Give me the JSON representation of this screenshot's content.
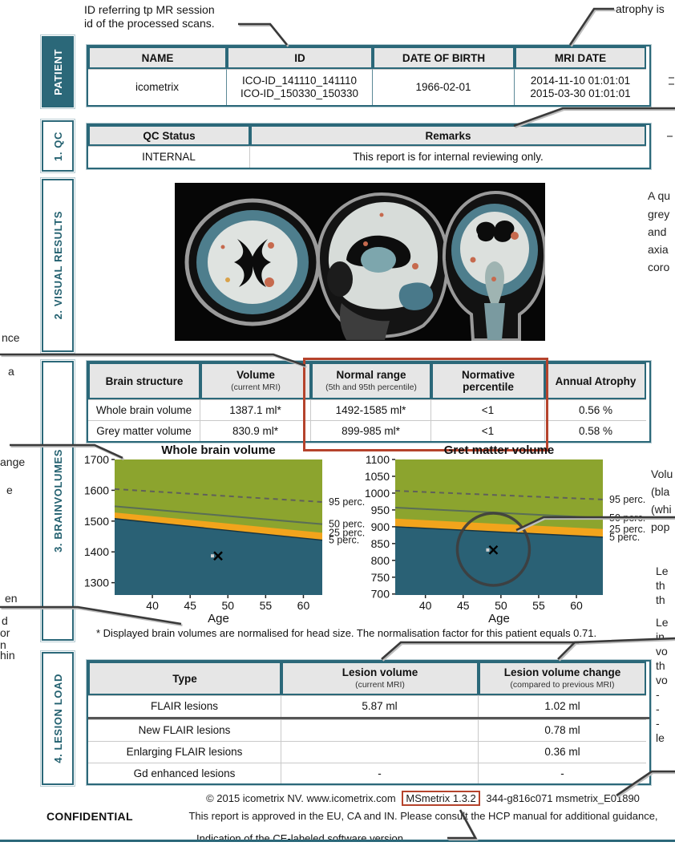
{
  "sections": [
    "PATIENT",
    "1. QC",
    "2. VISUAL RESULTS",
    "3. BRAINVOLUMES",
    "4. LESION LOAD"
  ],
  "annotations": {
    "id_note": "ID referring tp MR session\nid of the processed scans.",
    "atrophy_note": "atrophy is",
    "version_note": "Indication of the CE-labeled software version",
    "left_fragments": [
      "nce",
      "a",
      "ange",
      "e",
      "en",
      "d",
      "or",
      "n",
      "hin"
    ],
    "right_fragments_visual": [
      "A qu",
      "grey",
      "and",
      "axia",
      "coro"
    ],
    "right_fragments_volume": [
      "Volu",
      "(bla",
      "(whi",
      "pop"
    ],
    "right_fragments_lesion1": [
      "Le",
      "th",
      "th"
    ],
    "right_fragments_lesion2": [
      "Le",
      "in",
      "vo",
      "th",
      "vo",
      "-",
      "-",
      "-",
      "le"
    ]
  },
  "patient": {
    "headers": [
      "NAME",
      "ID",
      "DATE OF BIRTH",
      "MRI DATE"
    ],
    "name": "icometrix",
    "id_line1": "ICO-ID_141110_141110",
    "id_line2": "ICO-ID_150330_150330",
    "dob": "1966-02-01",
    "mri_date1": "2014-11-10 01:01:01",
    "mri_date2": "2015-03-30 01:01:01"
  },
  "qc": {
    "headers": [
      "QC Status",
      "Remarks"
    ],
    "status": "INTERNAL",
    "remark": "This report is for internal reviewing only."
  },
  "brain_volumes": {
    "headers": {
      "structure": "Brain structure",
      "volume": "Volume",
      "volume_sub": "(current MRI)",
      "range": "Normal range",
      "range_sub": "(5th and 95th percentile)",
      "percentile": "Normative percentile",
      "atrophy": "Annual Atrophy"
    },
    "rows": [
      {
        "structure": "Whole brain volume",
        "volume": "1387.1 ml*",
        "range": "1492-1585 ml*",
        "percentile": "<1",
        "atrophy": "0.56 %"
      },
      {
        "structure": "Grey matter volume",
        "volume": "830.9 ml*",
        "range": "899-985 ml*",
        "percentile": "<1",
        "atrophy": "0.58 %"
      }
    ]
  },
  "footnote": "* Displayed brain volumes are normalised for head size. The normalisation factor for this patient equals 0.71.",
  "lesions": {
    "headers": {
      "type": "Type",
      "volume": "Lesion volume",
      "volume_sub": "(current MRI)",
      "change": "Lesion volume change",
      "change_sub": "(compared to previous MRI)"
    },
    "rows": [
      {
        "type": "FLAIR lesions",
        "volume": "5.87 ml",
        "change": "1.02 ml"
      },
      {
        "type": "New FLAIR lesions",
        "volume": "",
        "change": "0.78 ml"
      },
      {
        "type": "Enlarging FLAIR lesions",
        "volume": "",
        "change": "0.36 ml"
      },
      {
        "type": "Gd enhanced lesions",
        "volume": "-",
        "change": "-"
      }
    ]
  },
  "footer": {
    "copyright_pre": "© 2015 icometrix NV. www.icometrix.com",
    "version": "MSmetrix 1.3.2",
    "copyright_post": "344-g816c071 msmetrix_E01890",
    "approval": "This report is approved in the EU, CA and IN. Please consult the HCP manual for additional guidance,",
    "confidential": "CONFIDENTIAL"
  },
  "chart_data": [
    {
      "type": "area",
      "title": "Whole brain volume",
      "xlabel": "Age",
      "x_ticks": [
        40,
        45,
        50,
        55,
        60
      ],
      "x_range": [
        35,
        62.5
      ],
      "y_ticks": [
        1300,
        1400,
        1500,
        1600,
        1700
      ],
      "y_range": [
        1260,
        1700
      ],
      "grid": false,
      "percentiles": [
        {
          "label": "95 perc.",
          "style": "dashed",
          "left": 1604,
          "right": 1562
        },
        {
          "label": "50 perc.",
          "style": "solid",
          "left": 1548,
          "right": 1490
        },
        {
          "label": "25 perc.",
          "style": "band_top",
          "left": 1528,
          "right": 1462
        },
        {
          "label": "5 perc.",
          "style": "band_bottom",
          "left": 1508,
          "right": 1438
        }
      ],
      "patient_point": {
        "age": 48.7,
        "value": 1387
      },
      "regions": {
        "above_color": "#8ca42e",
        "band_color": "#f2a41c",
        "below_color": "#2a6175"
      }
    },
    {
      "type": "area",
      "title": "Gret matter volume",
      "xlabel": "Age",
      "x_ticks": [
        40,
        45,
        50,
        55,
        60
      ],
      "x_range": [
        36,
        63.5
      ],
      "y_ticks": [
        700,
        750,
        800,
        850,
        900,
        950,
        1000,
        1050,
        1100
      ],
      "y_range": [
        697,
        1100
      ],
      "grid": false,
      "percentiles": [
        {
          "label": "95 perc.",
          "style": "dashed",
          "left": 1007,
          "right": 981
        },
        {
          "label": "50 perc.",
          "style": "solid",
          "left": 957,
          "right": 926
        },
        {
          "label": "25 perc.",
          "style": "band_top",
          "left": 924,
          "right": 893
        },
        {
          "label": "5 perc.",
          "style": "band_bottom",
          "left": 900,
          "right": 869
        }
      ],
      "patient_point": {
        "age": 49,
        "value": 831
      },
      "annotation_circle": {
        "age": 49,
        "value": 833,
        "radius_px": 45
      },
      "regions": {
        "above_color": "#8ca42e",
        "band_color": "#f2a41c",
        "below_color": "#2a6175"
      }
    }
  ],
  "colors": {
    "teal": "#2b6879",
    "red": "#b5432c",
    "green": "#8ca42e",
    "blue": "#2a6175",
    "orange": "#f2a41c"
  }
}
